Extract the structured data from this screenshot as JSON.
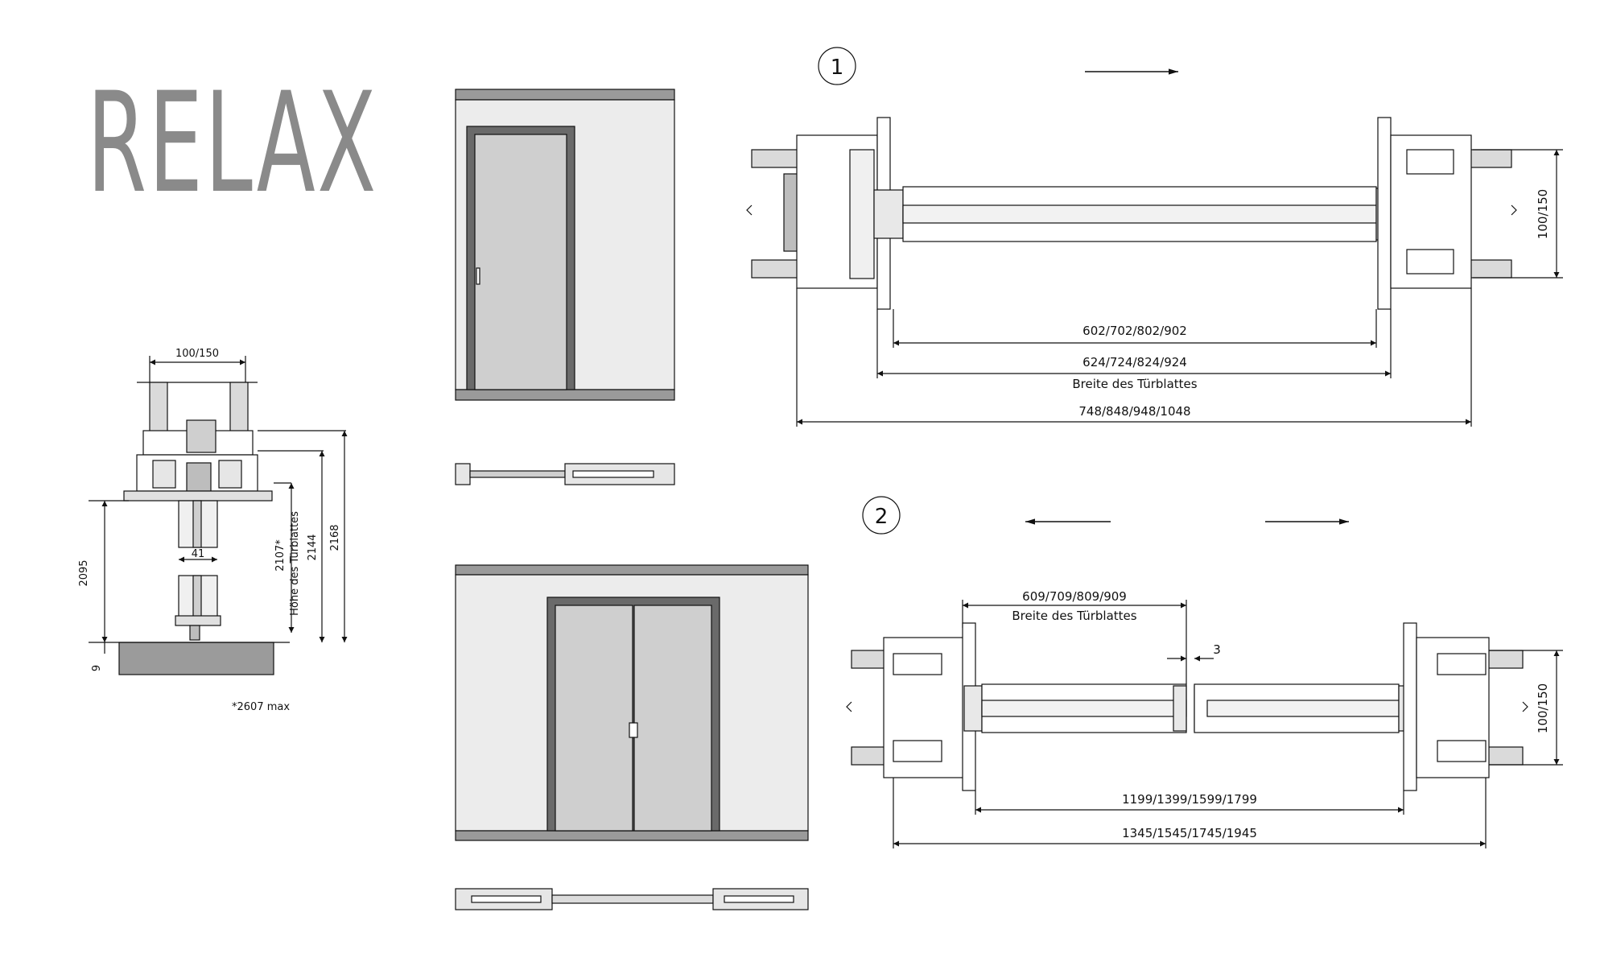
{
  "title": "RELAX",
  "section": {
    "top_width": "100/150",
    "small_width": "41",
    "dim_2095": "2095",
    "dim_2107": "2107*",
    "dim_2107_caption": "Höhe des Türblattes",
    "dim_2144": "2144",
    "dim_2168": "2168",
    "dim_9": "9",
    "footnote": "*2607 max"
  },
  "plan1": {
    "marker": "1",
    "wall": "100/150",
    "dim_a": "602/702/802/902",
    "dim_b": "624/724/824/924",
    "dim_b_caption": "Breite des Türblattes",
    "dim_c": "748/848/948/1048"
  },
  "plan2": {
    "marker": "2",
    "dim_leaf": "609/709/809/909",
    "dim_leaf_caption": "Breite des Türblattes",
    "gap": "3",
    "wall": "100/150",
    "dim_a": "1199/1399/1599/1799",
    "dim_b": "1345/1545/1745/1945"
  },
  "colors": {
    "ink": "#111111",
    "title": "#8a8a8a",
    "wall": "#dadada",
    "wall_dark": "#9a9a9a",
    "glass": "#cfcfcf",
    "frame": "#6a6a6a",
    "floor": "#9b9b9b"
  }
}
